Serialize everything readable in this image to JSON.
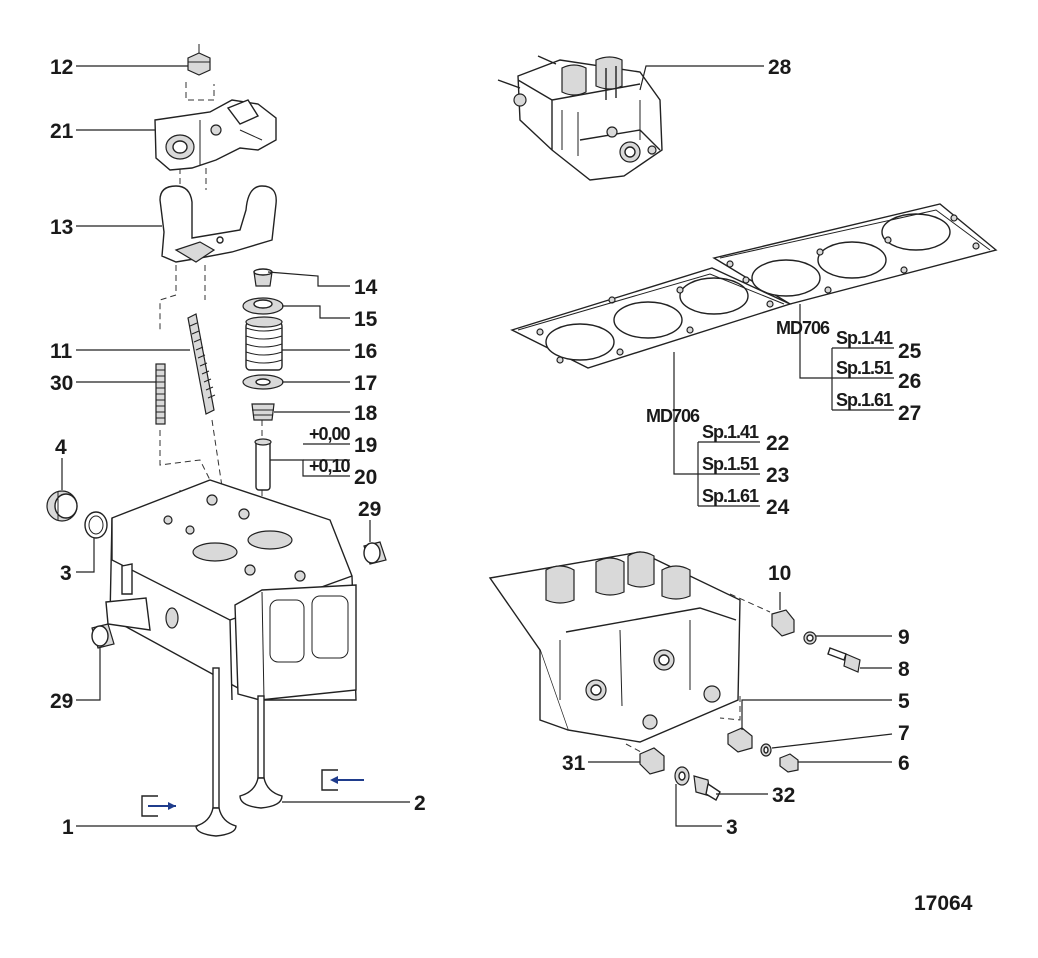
{
  "figure_number": "17064",
  "callouts": {
    "c1": "1",
    "c2": "2",
    "c3a": "3",
    "c3b": "3",
    "c4": "4",
    "c5": "5",
    "c6": "6",
    "c7": "7",
    "c8": "8",
    "c9": "9",
    "c10": "10",
    "c11": "11",
    "c12": "12",
    "c13": "13",
    "c14": "14",
    "c15": "15",
    "c16": "16",
    "c17": "17",
    "c18": "18",
    "c19": "19",
    "c20": "20",
    "c21": "21",
    "c22": "22",
    "c23": "23",
    "c24": "24",
    "c25": "25",
    "c26": "26",
    "c27": "27",
    "c28": "28",
    "c29a": "29",
    "c29b": "29",
    "c30": "30",
    "c31": "31",
    "c32": "32"
  },
  "valve_guide_sizes": {
    "std": "+0,00",
    "over": "+0,10"
  },
  "gasket_upper": {
    "model": "MD706",
    "sizes": [
      "Sp.1.41",
      "Sp.1.51",
      "Sp.1.61"
    ]
  },
  "gasket_lower": {
    "model": "MD706",
    "sizes": [
      "Sp.1.41",
      "Sp.1.51",
      "Sp.1.61"
    ]
  }
}
